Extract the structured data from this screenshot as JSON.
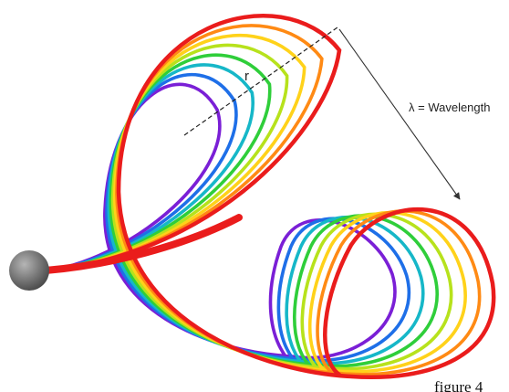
{
  "labels": {
    "radius": "r",
    "wavelength": "λ = Wavelength",
    "caption": "figure 4"
  },
  "colors": {
    "background": "#ffffff",
    "arrow": "#333333",
    "ball_light": "#a9a9a9",
    "ball_dark": "#4a4a4a",
    "rainbow": [
      "#7a1fd6",
      "#1e6fe8",
      "#16b7c8",
      "#2fce3a",
      "#b7e21c",
      "#ffd21a",
      "#ff8a14",
      "#ea1c1c"
    ]
  }
}
